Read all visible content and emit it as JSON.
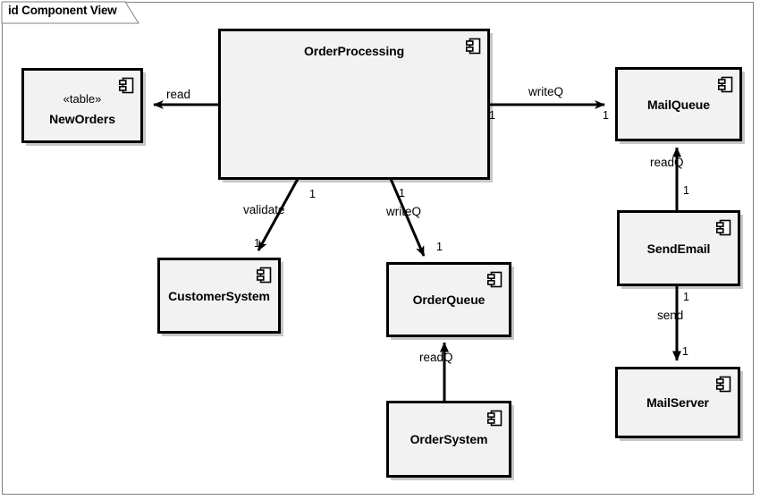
{
  "frame": {
    "label": "id Component View"
  },
  "components": [
    {
      "id": "neworders",
      "name": "NewOrders",
      "stereotype": "«table»",
      "icon": "uml-component-icon"
    },
    {
      "id": "orderprocessing",
      "name": "OrderProcessing",
      "stereotype": "",
      "icon": "uml-component-icon"
    },
    {
      "id": "mailqueue",
      "name": "MailQueue",
      "stereotype": "",
      "icon": "uml-component-icon"
    },
    {
      "id": "customersystem",
      "name": "CustomerSystem",
      "stereotype": "",
      "icon": "uml-component-icon"
    },
    {
      "id": "orderqueue",
      "name": "OrderQueue",
      "stereotype": "",
      "icon": "uml-component-icon"
    },
    {
      "id": "sendemail",
      "name": "SendEmail",
      "stereotype": "",
      "icon": "uml-component-icon"
    },
    {
      "id": "ordersystem",
      "name": "OrderSystem",
      "stereotype": "",
      "icon": "uml-component-icon"
    },
    {
      "id": "mailserver",
      "name": "MailServer",
      "stereotype": "",
      "icon": "uml-component-icon"
    }
  ],
  "connectors": [
    {
      "id": "read",
      "label": "read",
      "from": "orderprocessing",
      "to": "neworders",
      "source_multiplicity": "",
      "target_multiplicity": ""
    },
    {
      "id": "writeq-mailqueue",
      "label": "writeQ",
      "from": "orderprocessing",
      "to": "mailqueue",
      "source_multiplicity": "1",
      "target_multiplicity": "1"
    },
    {
      "id": "validate",
      "label": "validate",
      "from": "orderprocessing",
      "to": "customersystem",
      "source_multiplicity": "1",
      "target_multiplicity": "1"
    },
    {
      "id": "writeq-orderqueue",
      "label": "writeQ",
      "from": "orderprocessing",
      "to": "orderqueue",
      "source_multiplicity": "1",
      "target_multiplicity": "1"
    },
    {
      "id": "readq-mailqueue",
      "label": "readQ",
      "from": "sendemail",
      "to": "mailqueue",
      "source_multiplicity": "1",
      "target_multiplicity": "1"
    },
    {
      "id": "send",
      "label": "send",
      "from": "sendemail",
      "to": "mailserver",
      "source_multiplicity": "1",
      "target_multiplicity": "1"
    },
    {
      "id": "readq-orderqueue",
      "label": "readQ",
      "from": "ordersystem",
      "to": "orderqueue",
      "source_multiplicity": "",
      "target_multiplicity": ""
    }
  ],
  "colors": {
    "component_fill": "#f2f2f2",
    "component_border": "#000000",
    "frame_border": "#808080",
    "background": "#ffffff",
    "text": "#000000"
  }
}
